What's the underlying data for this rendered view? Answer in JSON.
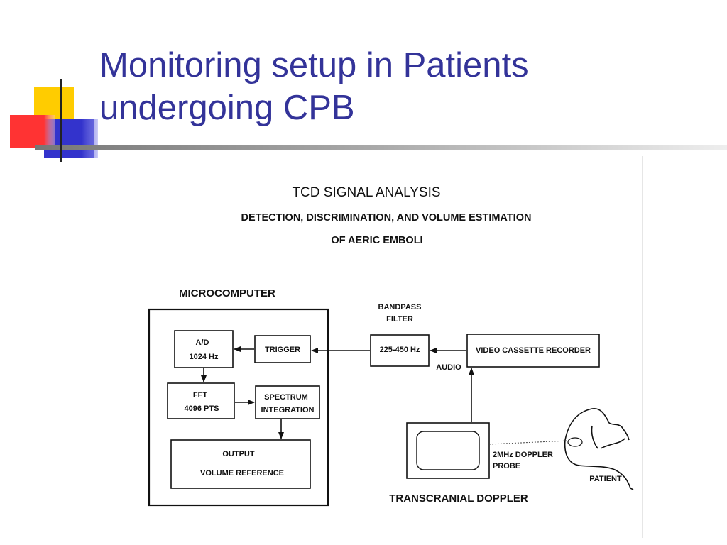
{
  "slide": {
    "title_line1": "Monitoring setup in Patients",
    "title_line2": "undergoing CPB"
  },
  "colors": {
    "title": "#333399",
    "accent_yellow": "#ffcc00",
    "accent_red": "#ff3333",
    "accent_blue": "#3333cc",
    "rule_gray": "#999999"
  },
  "diagram": {
    "heading": "TCD SIGNAL ANALYSIS",
    "subheading_line1": "DETECTION, DISCRIMINATION, AND VOLUME ESTIMATION",
    "subheading_line2": "OF AERIC EMBOLI",
    "microcomputer_label": "MICROCOMPUTER",
    "ad_line1": "A/D",
    "ad_line2": "1024 Hz",
    "trigger": "TRIGGER",
    "fft_line1": "FFT",
    "fft_line2": "4096 PTS",
    "spectrum_line1": "SPECTRUM",
    "spectrum_line2": "INTEGRATION",
    "output_line1": "OUTPUT",
    "output_line2": "VOLUME REFERENCE",
    "bandpass_line1": "BANDPASS",
    "bandpass_line2": "FILTER",
    "filter_range": "225-450 Hz",
    "audio": "AUDIO",
    "vcr": "VIDEO CASSETTE RECORDER",
    "probe_line1": "2MHz DOPPLER",
    "probe_line2": "PROBE",
    "patient": "PATIENT",
    "tcd": "TRANSCRANIAL DOPPLER"
  }
}
